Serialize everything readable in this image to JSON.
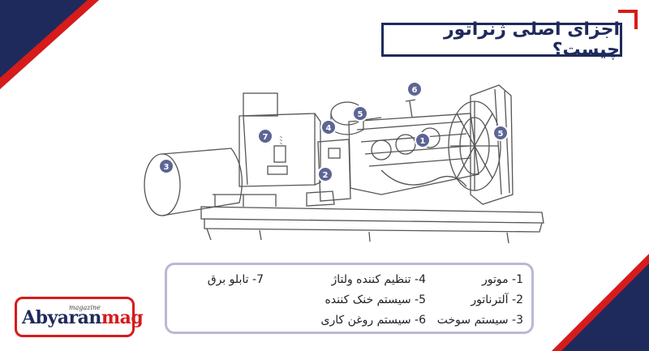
{
  "title": "اجزای اصلی ژنراتور چیست؟",
  "colors": {
    "navy": "#1f2a5c",
    "red": "#d71b1b",
    "marker": "#5c6594",
    "legend_border": "#b8b8d8"
  },
  "markers": {
    "m1": "1",
    "m2": "2",
    "m3": "3",
    "m4": "4",
    "m5a": "5",
    "m5b": "5",
    "m6": "6",
    "m7": "7"
  },
  "legend": [
    {
      "text": "1- موتور"
    },
    {
      "text": "2- آلترناتور"
    },
    {
      "text": "3- سیستم سوخت"
    },
    {
      "text": "4- تنظیم کننده ولتاژ"
    },
    {
      "text": "5- سیستم خنک کننده"
    },
    {
      "text": "6- سیستم روغن کاری"
    },
    {
      "text": "7- تابلو برق"
    }
  ],
  "logo": {
    "brand_a": "Abyaran",
    "brand_b": "mag",
    "tag": "magazine"
  }
}
